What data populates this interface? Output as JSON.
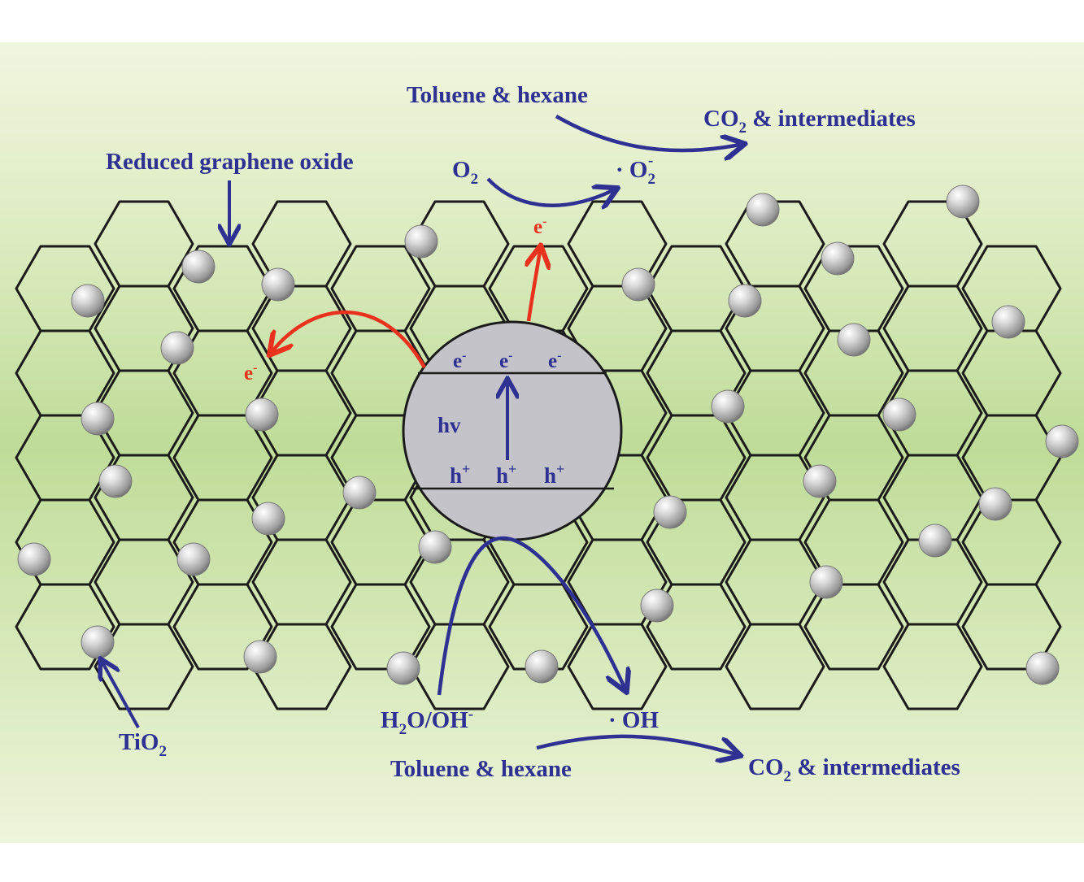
{
  "labels": {
    "rgo": "Reduced graphene oxide",
    "tio2_main": "TiO",
    "tio2_sub": "2",
    "top_reactants": "Toluene & hexane",
    "top_products_a": "CO",
    "top_products_sub": "2",
    "top_products_b": " & intermediates",
    "o2_main": "O",
    "o2_sub": "2",
    "superoxide_dot": "· O",
    "superoxide_sub": "2",
    "superoxide_sup": "-",
    "water_a": "H",
    "water_sub": "2",
    "water_b": "O/OH",
    "water_sup": "-",
    "hydroxyl": "· OH",
    "bottom_reactants": "Toluene & hexane",
    "bottom_products_a": "CO",
    "bottom_products_sub": "2",
    "bottom_products_b": " & intermediates",
    "electron_main": "e",
    "electron_sup": "-",
    "hole_main": "h",
    "hole_sup": "+",
    "photon": "hv"
  },
  "colors": {
    "background_light": "#f1f6de",
    "background_green": "#bfdd9a",
    "lattice": "#1b1b1b",
    "blue_text": "#2e3192",
    "red_arrow": "#e8321e",
    "particle": "#c8c8c8",
    "circle_fill": "#c4c3c9"
  }
}
